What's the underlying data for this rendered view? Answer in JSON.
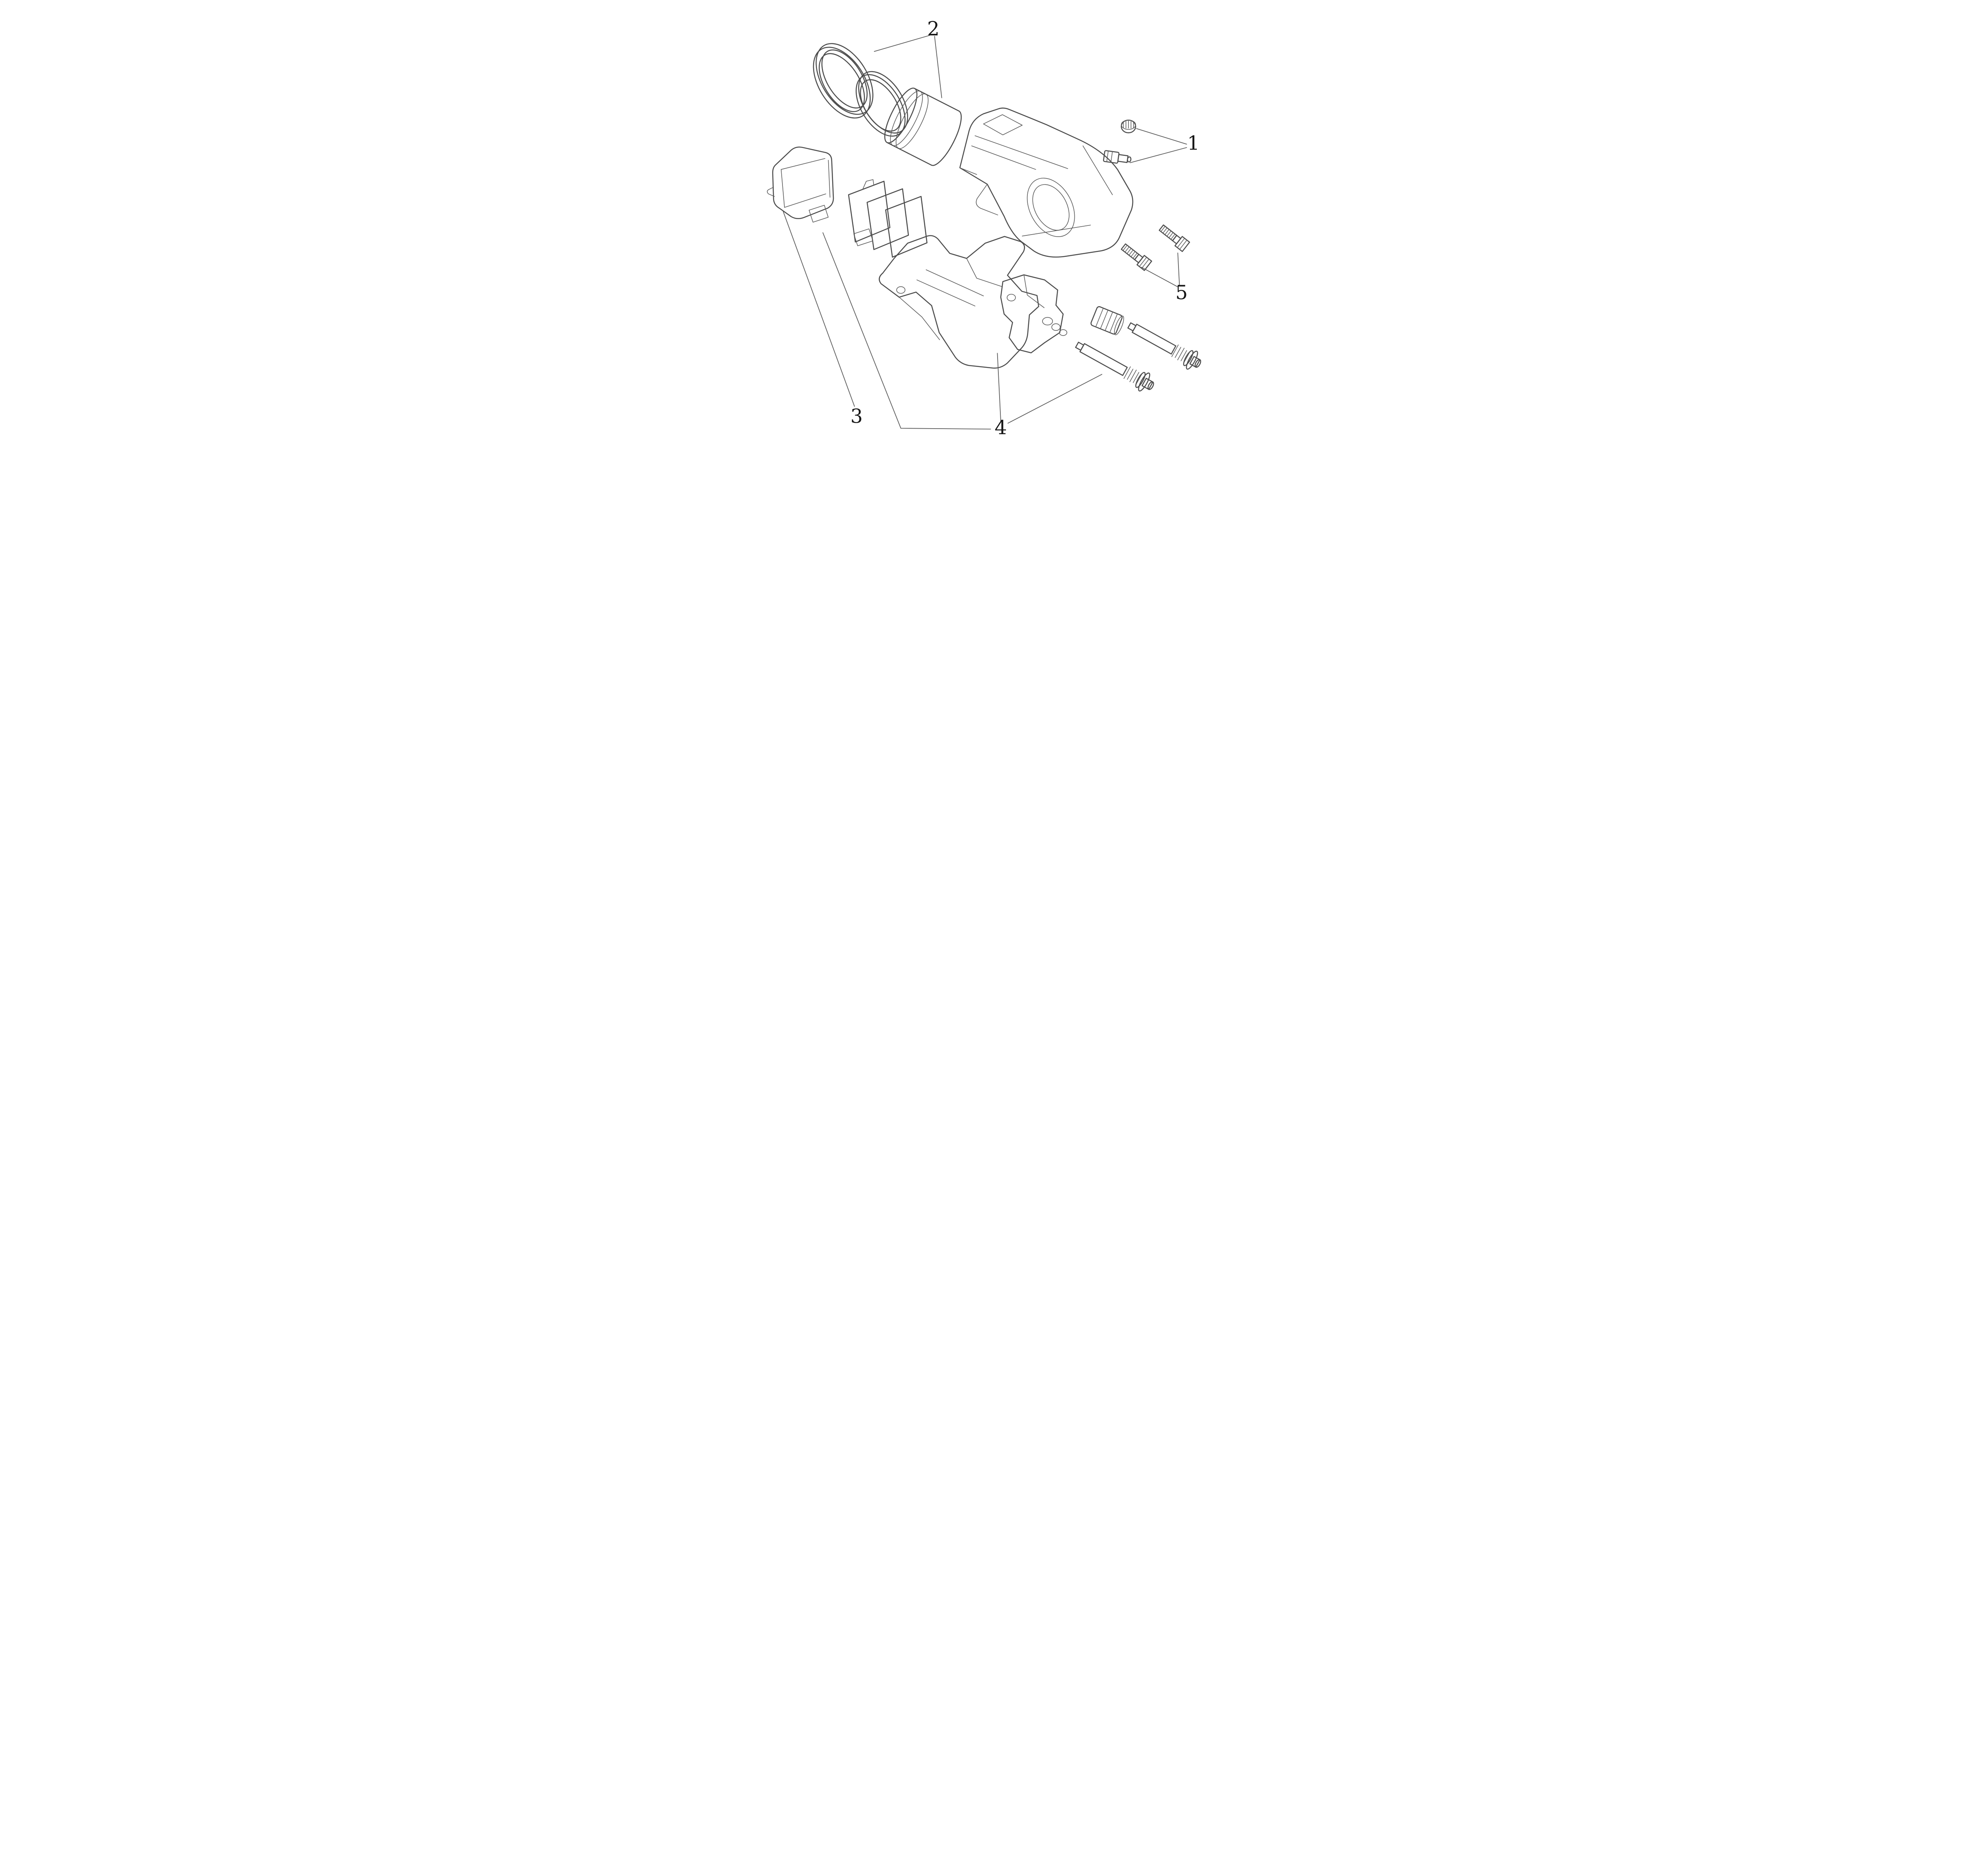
{
  "figure": {
    "background": "#ffffff",
    "line_color": "#4c4c4c",
    "leader_color": "#5b5b5b",
    "label_color": "#161616",
    "callouts": [
      {
        "label": "1"
      },
      {
        "label": "2"
      },
      {
        "label": "3"
      },
      {
        "label": "4"
      },
      {
        "label": "5"
      }
    ]
  }
}
